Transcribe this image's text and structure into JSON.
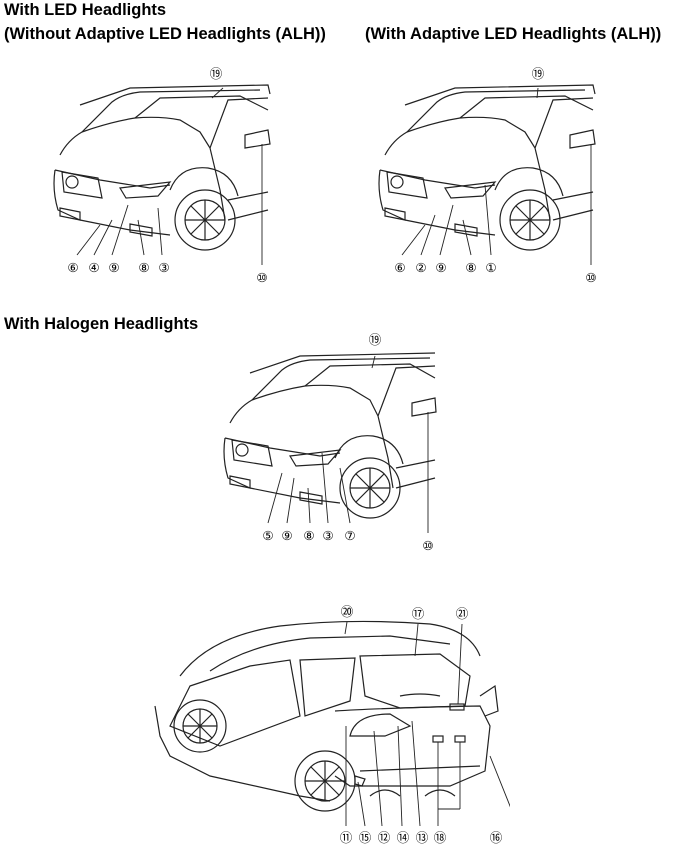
{
  "headings": {
    "led": "With LED Headlights",
    "without_alh": "(Without Adaptive LED Headlights (ALH))",
    "with_alh": "(With Adaptive LED Headlights (ALH))",
    "halogen": "With Halogen Headlights"
  },
  "figures": {
    "led_without_alh": {
      "callouts": [
        "⑲",
        "⑥",
        "④",
        "⑨",
        "⑧",
        "③",
        "⑩"
      ]
    },
    "led_with_alh": {
      "callouts": [
        "⑲",
        "⑥",
        "②",
        "⑨",
        "⑧",
        "①",
        "⑩"
      ]
    },
    "halogen": {
      "callouts": [
        "⑲",
        "⑤",
        "⑨",
        "⑧",
        "③",
        "⑦",
        "⑩"
      ]
    },
    "rear": {
      "callouts": [
        "⑳",
        "⑰",
        "㉑",
        "⑪",
        "⑮",
        "⑫",
        "⑭",
        "⑬",
        "⑱",
        "⑯"
      ]
    }
  }
}
